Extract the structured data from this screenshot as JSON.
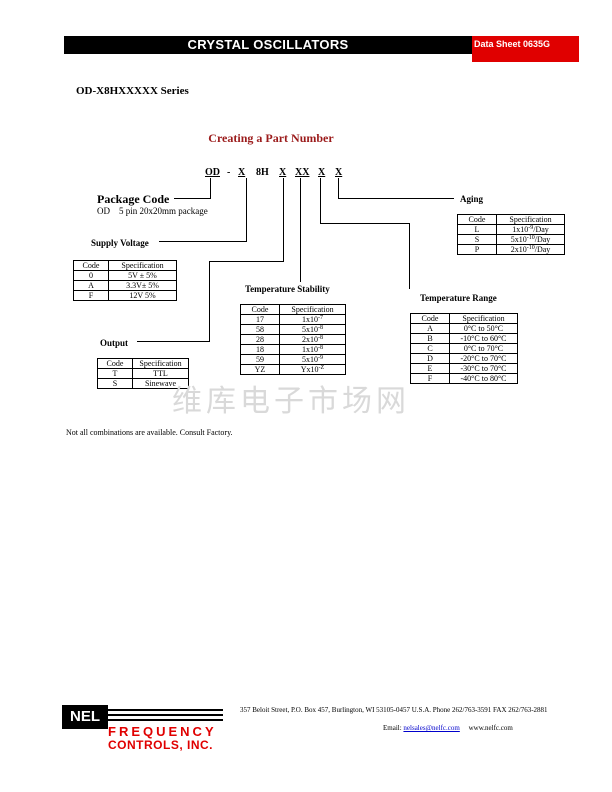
{
  "header": {
    "title": "CRYSTAL OSCILLATORS",
    "datasheet": "Data Sheet 0635G"
  },
  "series_title": "OD-X8HXXXXX Series",
  "creating_title": "Creating a Part Number",
  "part_number": [
    "OD",
    "-",
    "X",
    "8H",
    "X",
    "XX",
    "X",
    "X"
  ],
  "package_code": {
    "title": "Package Code",
    "code": "OD",
    "desc": "5 pin 20x20mm package"
  },
  "supply_voltage": {
    "title": "Supply Voltage",
    "headers": [
      "Code",
      "Specification"
    ],
    "rows": [
      [
        "0",
        "5V ± 5%"
      ],
      [
        "A",
        "3.3V± 5%"
      ],
      [
        "F",
        "12V 5%"
      ]
    ]
  },
  "output": {
    "title": "Output",
    "headers": [
      "Code",
      "Specification"
    ],
    "rows": [
      [
        "T",
        "TTL"
      ],
      [
        "S",
        "Sinewave"
      ]
    ]
  },
  "temperature_stability": {
    "title": "Temperature Stability",
    "headers": [
      "Code",
      "Specification"
    ],
    "rows": [
      [
        "17",
        "1x10",
        "-7"
      ],
      [
        "58",
        "5x10",
        "-8"
      ],
      [
        "28",
        "2x10",
        "-8"
      ],
      [
        "18",
        "1x10",
        "-8"
      ],
      [
        "59",
        "5x10",
        "-9"
      ],
      [
        "YZ",
        "Yx10",
        "-Z"
      ]
    ]
  },
  "aging": {
    "title": "Aging",
    "headers": [
      "Code",
      "Specification"
    ],
    "rows": [
      [
        "L",
        "1x10",
        "-9",
        "/Day"
      ],
      [
        "S",
        "5x10",
        "-10",
        "/Day"
      ],
      [
        "P",
        "2x10",
        "-10",
        "/Day"
      ]
    ]
  },
  "temperature_range": {
    "title": "Temperature Range",
    "headers": [
      "Code",
      "Specification"
    ],
    "rows": [
      [
        "A",
        "0°C to 50°C"
      ],
      [
        "B",
        "-10°C to 60°C"
      ],
      [
        "C",
        "0°C to 70°C"
      ],
      [
        "D",
        "-20°C to 70°C"
      ],
      [
        "E",
        "-30°C to 70°C"
      ],
      [
        "F",
        "-40°C to 80°C"
      ]
    ]
  },
  "note": "Not all combinations are available. Consult Factory.",
  "watermark": "维库电子市场网",
  "footer": {
    "logo_nel": "NEL",
    "logo_line1": "FREQUENCY",
    "logo_line2": "CONTROLS, INC.",
    "address": "357 Beloit Street, P.O. Box 457, Burlington, WI 53105-0457 U.S.A. Phone 262/763-3591 FAX 262/763-2881",
    "email_label": "Email:",
    "email": "nelsales@nelfc.com",
    "website": "www.nelfc.com"
  },
  "colors": {
    "accent": "#e00000",
    "title_red": "#9b1b1b"
  }
}
